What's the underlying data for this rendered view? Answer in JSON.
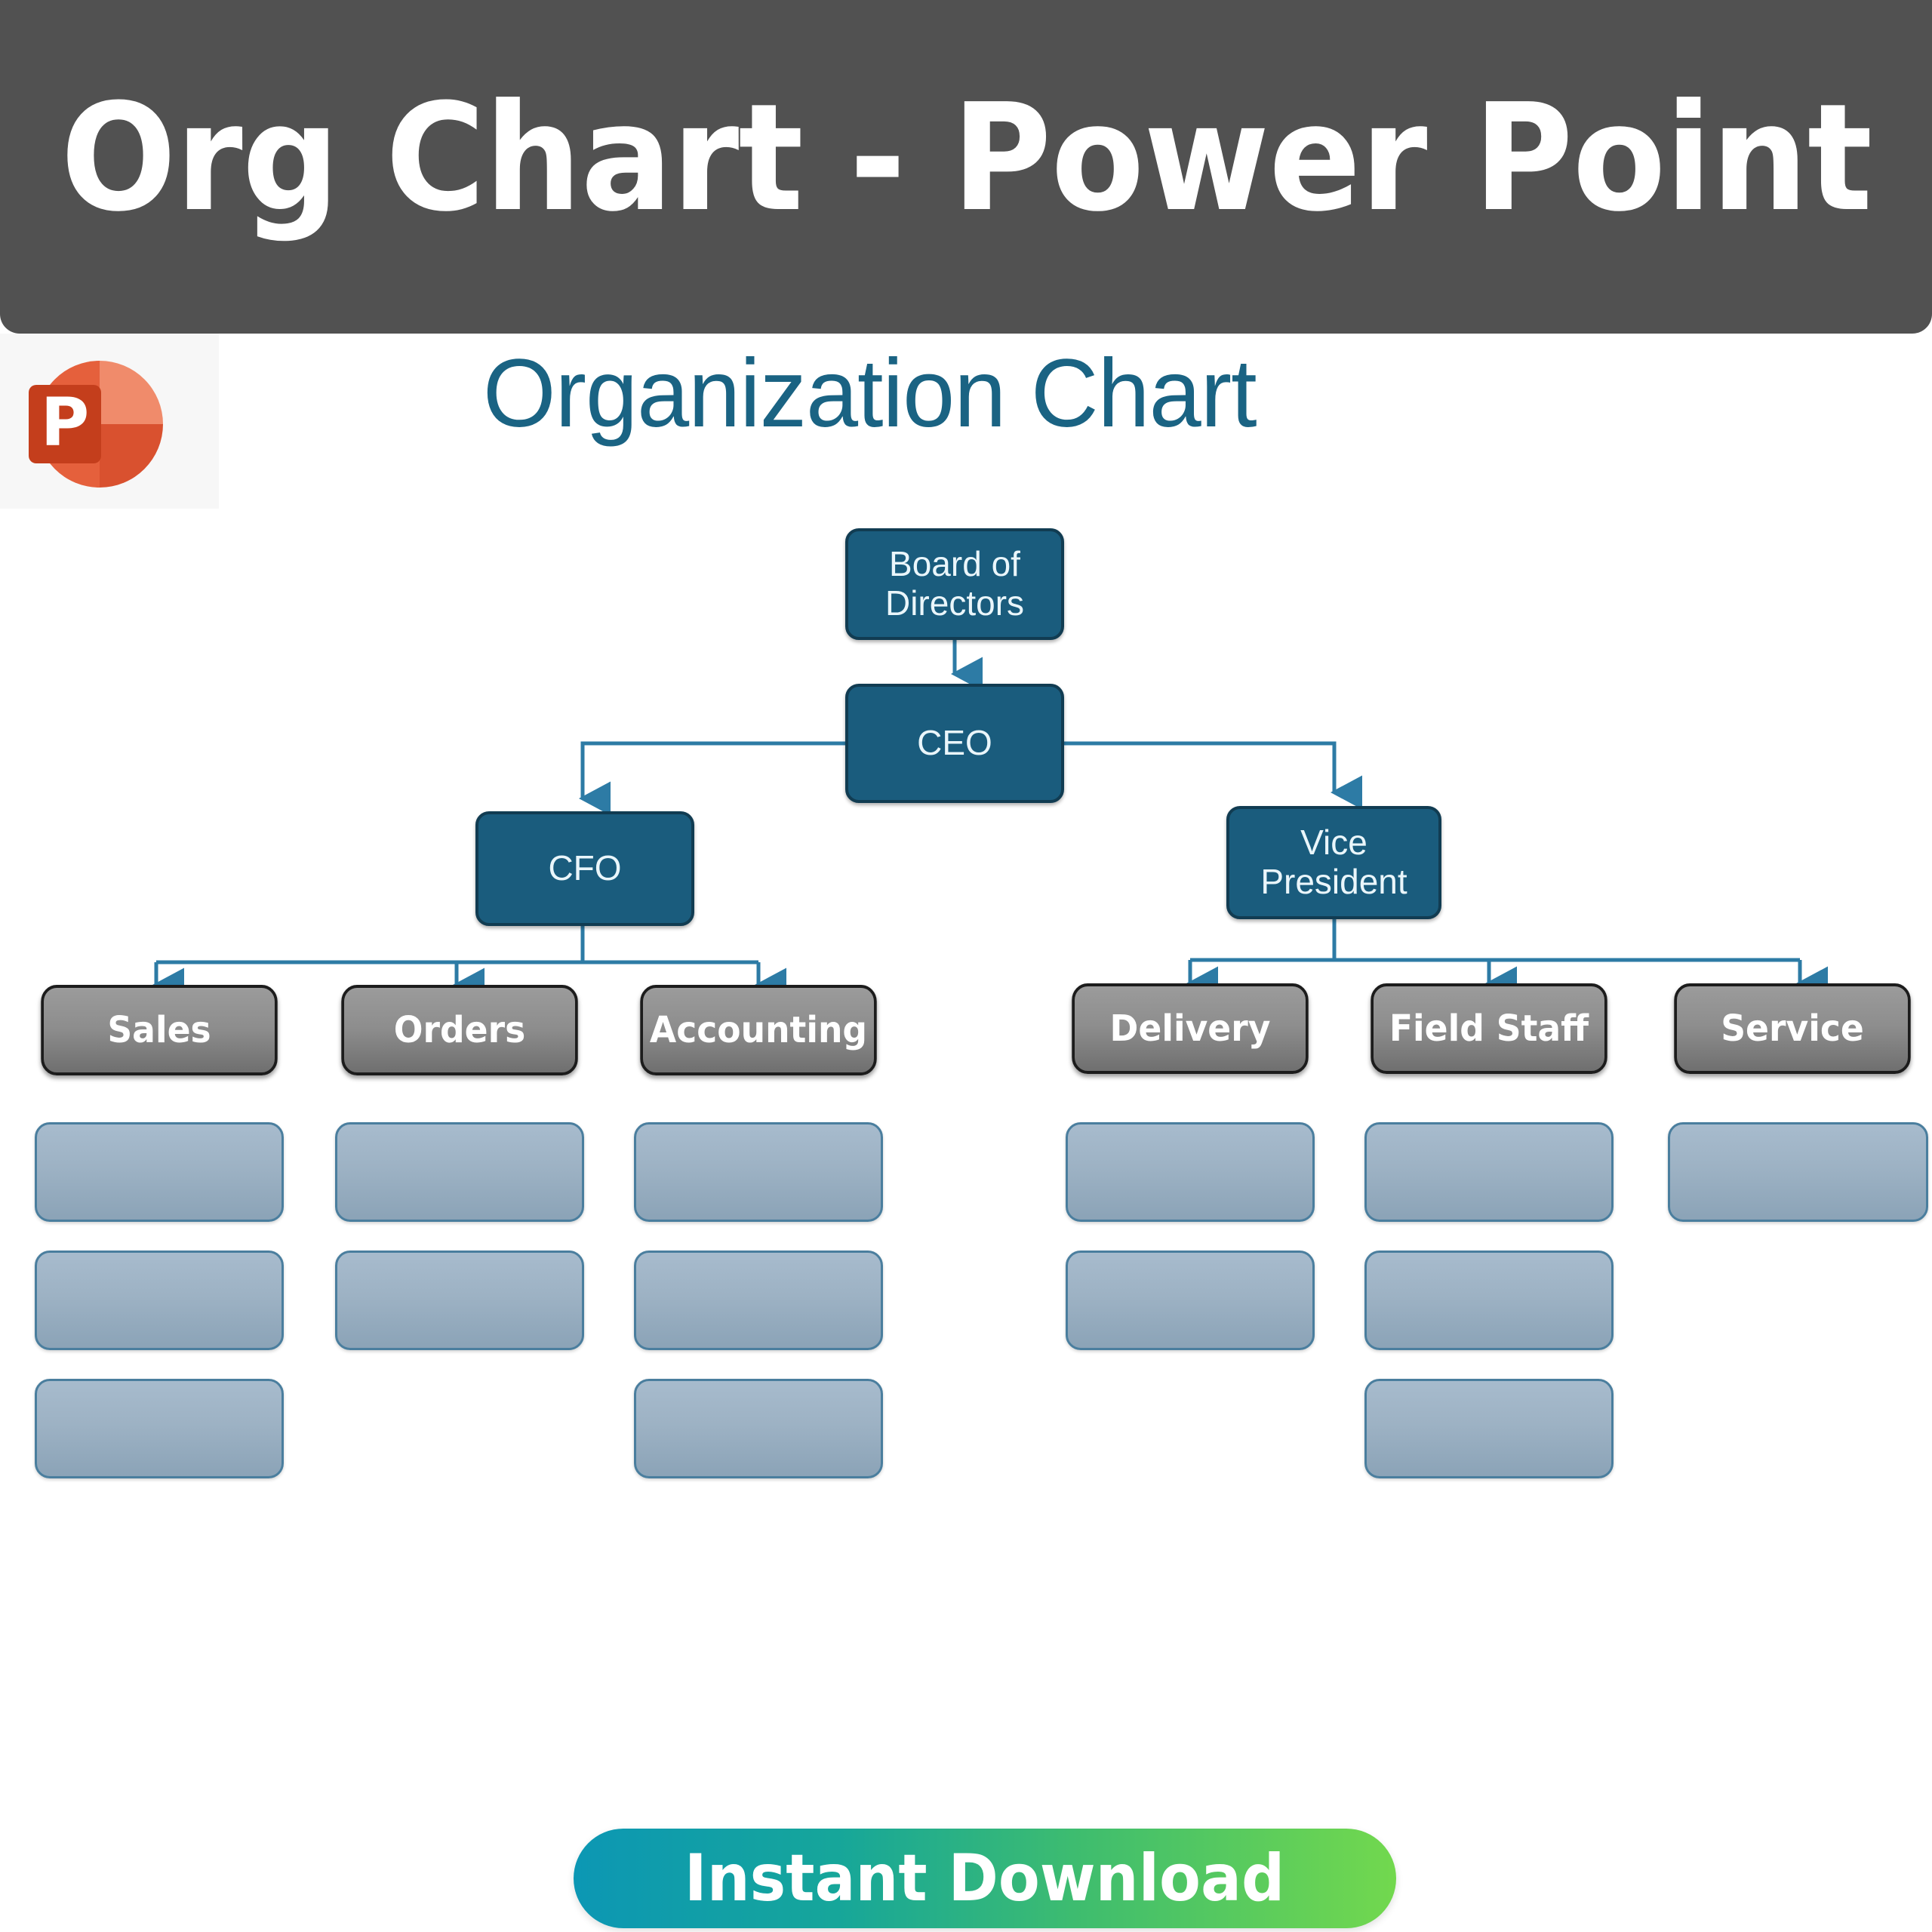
{
  "header": {
    "title": "Org Chart - Power Point",
    "background_color": "#515151",
    "text_color": "#ffffff"
  },
  "app_icon": {
    "name": "powerpoint-icon",
    "letter": "P",
    "colors": {
      "circle_light": "#f08b6b",
      "circle_mid": "#e5603c",
      "circle_dark": "#d4472a",
      "square": "#c43e1c"
    }
  },
  "slide": {
    "title_part1": "Organization",
    "title_part2": "Chart",
    "title_color": "#1a6383",
    "background_color": "#ffffff"
  },
  "chart_data": {
    "type": "diagram",
    "title": "Organization Chart",
    "orientation": "top-down",
    "connector_color": "#2d7ba5",
    "levels": [
      {
        "level": 0,
        "nodes": [
          "Board of Directors"
        ]
      },
      {
        "level": 1,
        "nodes": [
          "CEO"
        ]
      },
      {
        "level": 2,
        "nodes": [
          "CFO",
          "Vice President"
        ]
      },
      {
        "level": 3,
        "nodes": [
          "Sales",
          "Orders",
          "Accounting",
          "Delivery",
          "Field Staff",
          "Service"
        ]
      },
      {
        "level": 4,
        "nodes": []
      }
    ],
    "edges": [
      {
        "from": "Board of Directors",
        "to": "CEO"
      },
      {
        "from": "CEO",
        "to": "CFO"
      },
      {
        "from": "CEO",
        "to": "Vice President"
      },
      {
        "from": "CFO",
        "to": "Sales"
      },
      {
        "from": "CFO",
        "to": "Orders"
      },
      {
        "from": "CFO",
        "to": "Accounting"
      },
      {
        "from": "Vice President",
        "to": "Delivery"
      },
      {
        "from": "Vice President",
        "to": "Field Staff"
      },
      {
        "from": "Vice President",
        "to": "Service"
      }
    ],
    "placeholder_counts": {
      "Sales": 3,
      "Orders": 2,
      "Accounting": 3,
      "Delivery": 2,
      "Field Staff": 3,
      "Service": 1
    }
  },
  "nodes": {
    "board": "Board of Directors",
    "board_line1": "Board of",
    "board_line2": "Directors",
    "ceo": "CEO",
    "cfo": "CFO",
    "vp_line1": "Vice",
    "vp_line2": "President",
    "sales": "Sales",
    "orders": "Orders",
    "accounting": "Accounting",
    "delivery": "Delivery",
    "field_staff": "Field Staff",
    "service": "Service"
  },
  "colors": {
    "node_dark_fill": "#1a5c7d",
    "node_dark_border": "#113c52",
    "node_gray_fill": "#8d8d8d",
    "node_gray_border": "#1c1c1c",
    "node_blue_fill": "#9db2c4",
    "node_blue_border": "#4a7e9e"
  },
  "cta": {
    "label": "Instant Download",
    "gradient_start": "#0c97b4",
    "gradient_end": "#72d84e",
    "text_color": "#ffffff"
  }
}
